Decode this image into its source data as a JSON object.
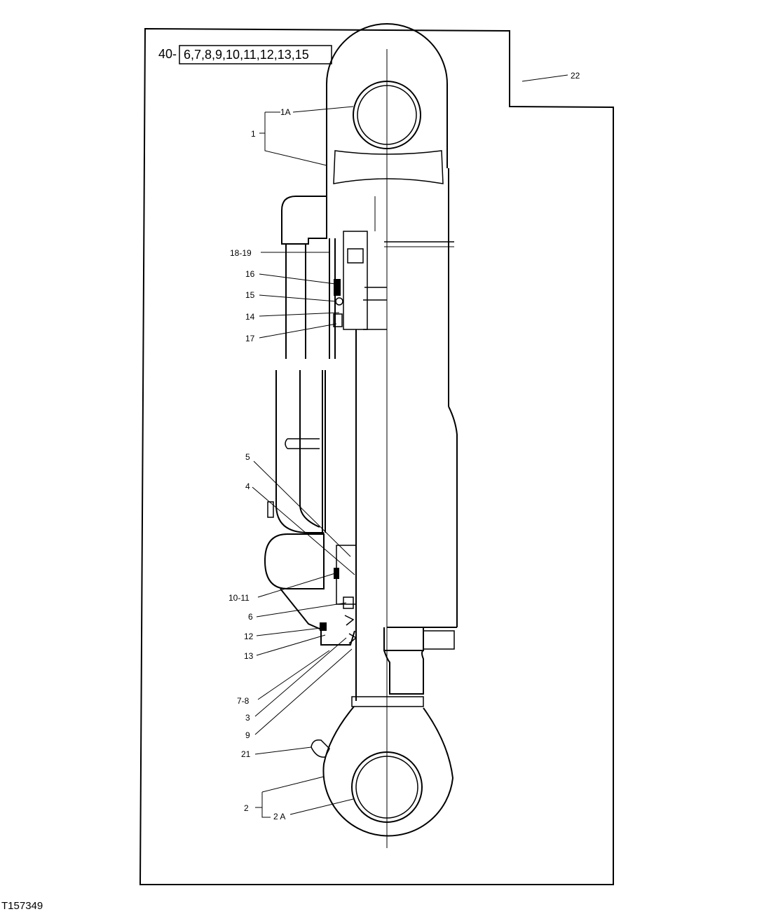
{
  "kit_label": {
    "prefix": "40-",
    "items": "6,7,8,9,10,11,12,13,15"
  },
  "figure_id": "T157349",
  "callouts": {
    "c1": "1",
    "c1a": "1A",
    "c2": "2",
    "c2a": "2 A",
    "c3": "3",
    "c4": "4",
    "c5": "5",
    "c6": "6",
    "c7_8": "7-8",
    "c9": "9",
    "c10_11": "10-11",
    "c12": "12",
    "c13": "13",
    "c14": "14",
    "c15": "15",
    "c16": "16",
    "c17": "17",
    "c18_19": "18-19",
    "c21": "21",
    "c22": "22"
  }
}
